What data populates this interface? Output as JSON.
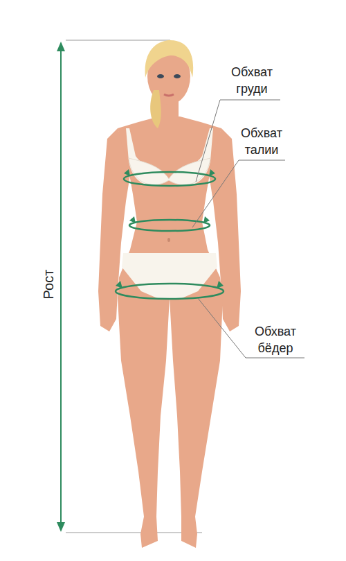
{
  "diagram": {
    "labels": [
      "Обхват груди",
      "Обхват талии",
      "Обхват бёдер",
      "Рост"
    ]
  }
}
